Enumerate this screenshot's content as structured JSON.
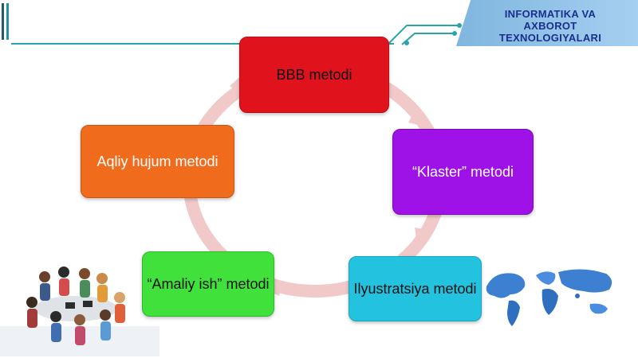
{
  "banner": {
    "title_line1": "INFORMATIKA VA",
    "title_line2": "AXBOROT",
    "title_line3": "TEXNOLOGIYALARI"
  },
  "methods": [
    {
      "label": "BBB metodi"
    },
    {
      "label": "“Klaster” metodi"
    },
    {
      "label": "Ilyustratsiya metodi"
    },
    {
      "label": "“Amaliy ish” metodi"
    },
    {
      "label": "Aqliy hujum metodi"
    }
  ],
  "colors": {
    "bbb": "#e0131d",
    "klaster": "#9e12e8",
    "ilyustratsiya": "#23c3e0",
    "amaliy": "#3fe13a",
    "aqliy": "#f06b1c",
    "ring": "#f1c9c9",
    "banner_text": "#1a2f8c"
  },
  "illustrations": [
    {
      "icon": "team-meeting-icon"
    },
    {
      "icon": "world-map-icon"
    }
  ]
}
